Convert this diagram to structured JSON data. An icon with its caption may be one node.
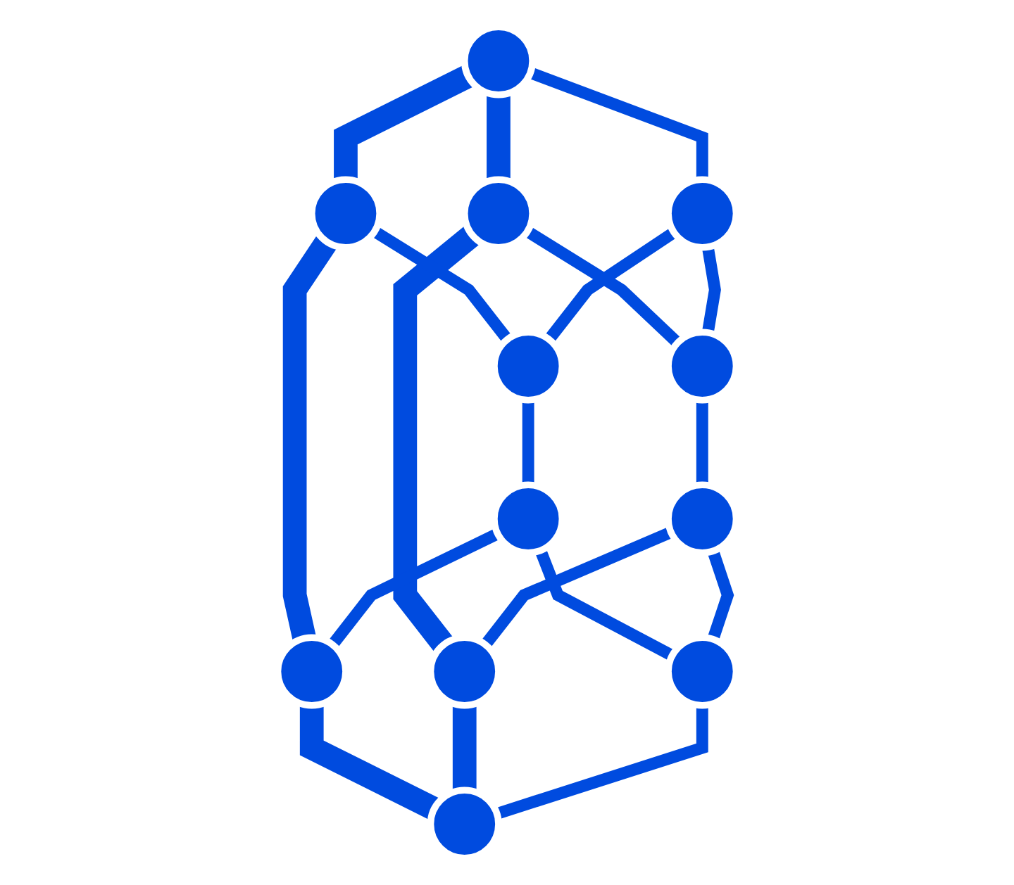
{
  "diagram": {
    "nodes": [
      {
        "text": [],
        "shape": "circle"
      },
      {
        "text": [],
        "shape": "circle"
      },
      {
        "text": [],
        "shape": "circle"
      },
      {
        "text": [],
        "shape": "circle"
      },
      {
        "text": [],
        "shape": "circle"
      },
      {
        "text": [],
        "shape": "circle"
      },
      {
        "text": [],
        "shape": "circle"
      },
      {
        "text": [],
        "shape": "circle"
      },
      {
        "text": [],
        "shape": "circle"
      },
      {
        "text": [],
        "shape": "circle"
      },
      {
        "text": [],
        "shape": "circle"
      },
      {
        "text": [],
        "shape": "circle"
      }
    ],
    "edges": [
      {
        "from": 0,
        "to": 1,
        "arrow": "none",
        "style": "thick"
      },
      {
        "from": 0,
        "to": 4,
        "arrow": "none",
        "style": "thick"
      },
      {
        "from": 1,
        "to": 7,
        "arrow": "none",
        "style": "thick"
      },
      {
        "from": 4,
        "to": 10,
        "arrow": "none",
        "style": "thick"
      },
      {
        "from": 7,
        "to": 11,
        "arrow": "none",
        "style": "thick"
      },
      {
        "from": 10,
        "to": 11,
        "arrow": "none",
        "style": "thick"
      },
      {
        "from": 0,
        "to": 2,
        "arrow": "none"
      },
      {
        "from": 1,
        "to": 3,
        "arrow": "none"
      },
      {
        "from": 4,
        "to": 5,
        "arrow": "none"
      },
      {
        "from": 6,
        "to": 7,
        "arrow": "none"
      },
      {
        "from": 8,
        "to": 10,
        "arrow": "none"
      },
      {
        "from": 9,
        "to": 11,
        "arrow": "none"
      },
      {
        "from": 2,
        "to": 3,
        "arrow": "none"
      },
      {
        "from": 2,
        "to": 5,
        "arrow": "none"
      },
      {
        "from": 3,
        "to": 6,
        "arrow": "none"
      },
      {
        "from": 5,
        "to": 8,
        "arrow": "none"
      },
      {
        "from": 6,
        "to": 9,
        "arrow": "none"
      },
      {
        "from": 8,
        "to": 9,
        "arrow": "none"
      }
    ]
  }
}
